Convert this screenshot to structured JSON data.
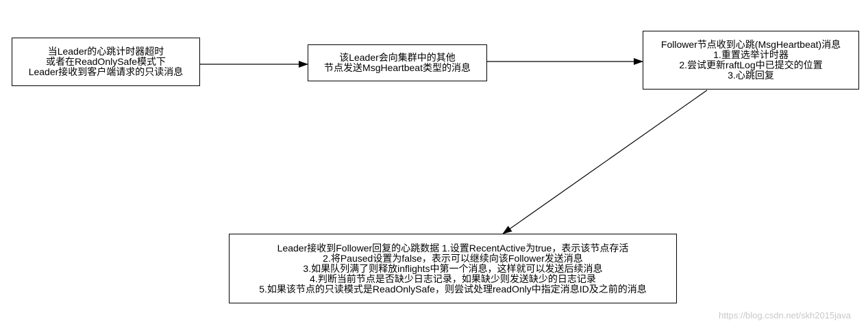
{
  "diagram": {
    "nodes": [
      {
        "id": "leader-timeout",
        "lines": [
          "当Leader的心跳计时器超时",
          "或者在ReadOnlySafe模式下",
          "Leader接收到客户端请求的只读消息"
        ]
      },
      {
        "id": "leader-broadcast",
        "lines": [
          "该Leader会向集群中的其他",
          "节点发送MsgHeartbeat类型的消息"
        ]
      },
      {
        "id": "follower-handle",
        "lines": [
          "Follower节点收到心跳(MsgHeartbeat)消息",
          "1.重置选举计时器",
          "2.尝试更新raftLog中已提交的位置",
          "3.心跳回复"
        ]
      },
      {
        "id": "leader-handle-response",
        "lines": [
          "Leader接收到Follower回复的心跳数据 1.设置RecentActive为true，表示该节点存活",
          "2.将Paused设置为false，表示可以继续向该Follower发送消息",
          "3.如果队列满了则释放inflights中第一个消息，这样就可以发送后续消息",
          "4.判断当前节点是否缺少日志记录，如果缺少则发送缺少的日志记录",
          "5.如果该节点的只读模式是ReadOnlySafe，则尝试处理readOnly中指定消息ID及之前的消息"
        ]
      }
    ],
    "edges": [
      {
        "from": "leader-timeout",
        "to": "leader-broadcast"
      },
      {
        "from": "leader-broadcast",
        "to": "follower-handle"
      },
      {
        "from": "follower-handle",
        "to": "leader-handle-response"
      }
    ],
    "colors": {
      "border": "#000000",
      "text": "#000000",
      "background": "#ffffff",
      "watermark": "#c8c8c8"
    }
  },
  "watermark": {
    "text": "https://blog.csdn.net/skh2015java"
  }
}
